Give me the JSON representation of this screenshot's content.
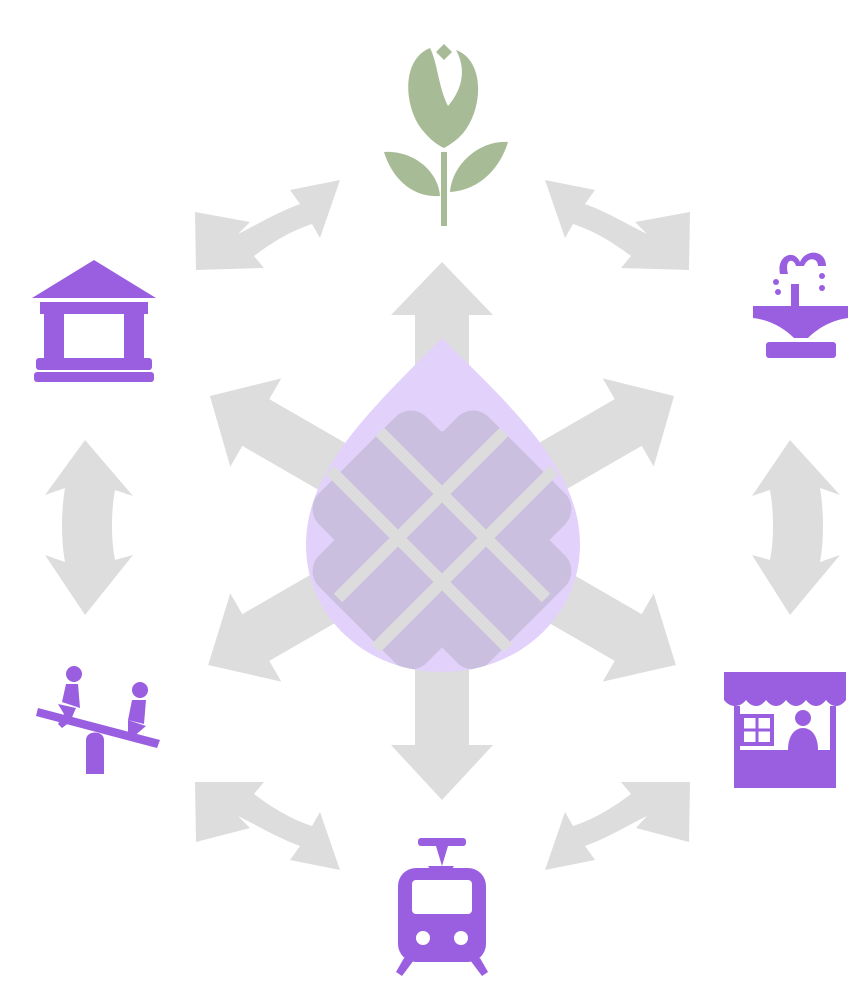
{
  "colors": {
    "arrow": "#dddddd",
    "accent": "#9a5fe0",
    "center_light": "#e2d2fb",
    "center_mid": "#cbbfdf",
    "tulip": "#a7bc96",
    "background": "#ffffff"
  },
  "nodes": [
    {
      "id": "tulip",
      "icon": "tulip-icon"
    },
    {
      "id": "fountain",
      "icon": "fountain-icon"
    },
    {
      "id": "market-stall",
      "icon": "market-stall-icon"
    },
    {
      "id": "tram",
      "icon": "tram-icon"
    },
    {
      "id": "seesaw",
      "icon": "seesaw-playground-icon"
    },
    {
      "id": "museum",
      "icon": "museum-building-icon"
    }
  ],
  "connections": {
    "ring": [
      [
        "tulip",
        "fountain"
      ],
      [
        "fountain",
        "market-stall"
      ],
      [
        "market-stall",
        "tram"
      ],
      [
        "tram",
        "seesaw"
      ],
      [
        "seesaw",
        "museum"
      ],
      [
        "museum",
        "tulip"
      ]
    ],
    "center_to": [
      "tulip",
      "fountain",
      "market-stall",
      "tram",
      "seesaw",
      "museum"
    ]
  }
}
